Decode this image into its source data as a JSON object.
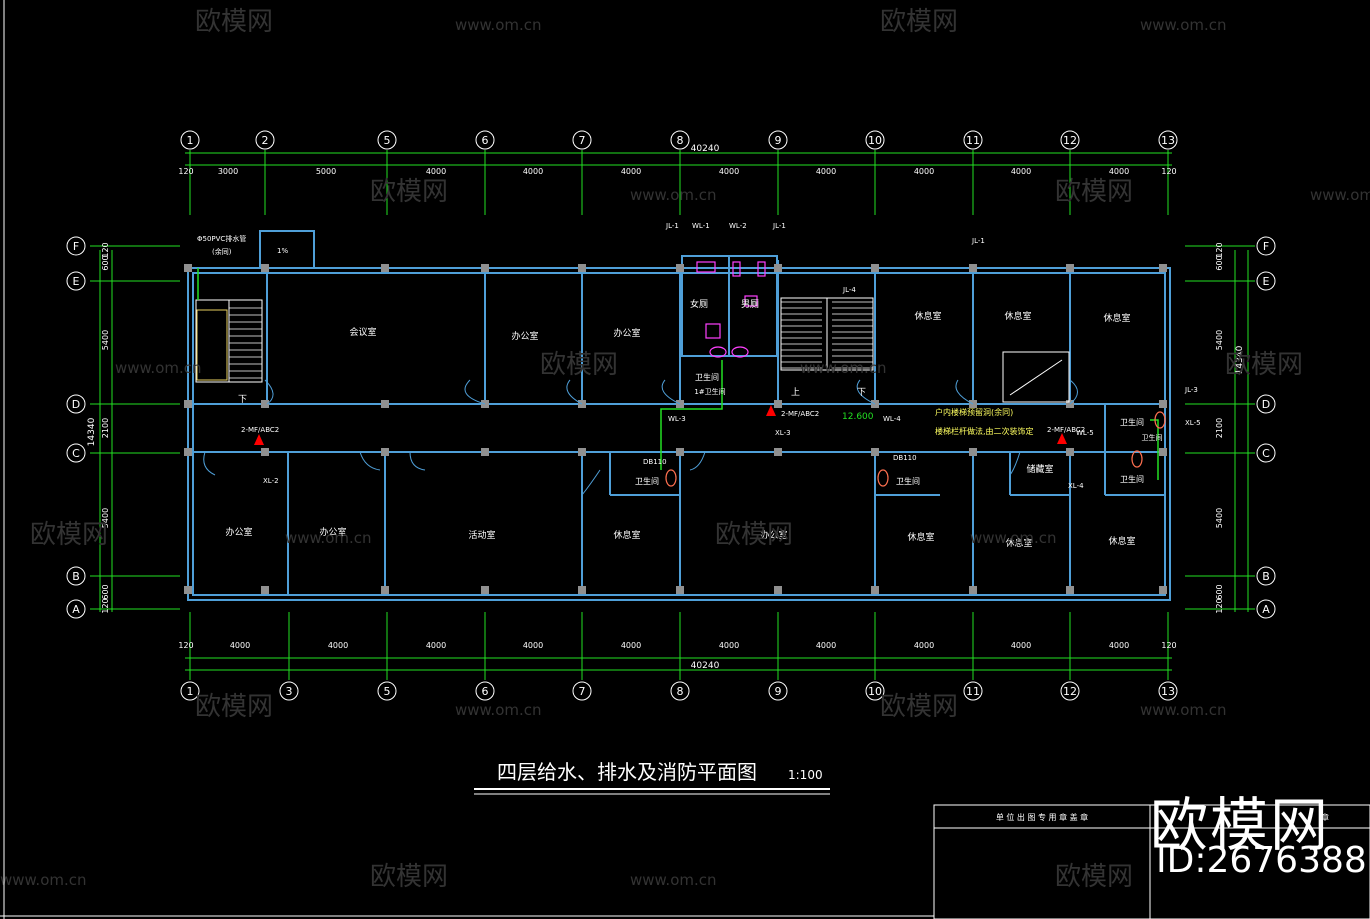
{
  "drawing": {
    "title": "四层给水、排水及消防平面图",
    "scale": "1:100",
    "overall_dim": "40240",
    "grid_top": [
      "1",
      "2",
      "5",
      "6",
      "7",
      "8",
      "9",
      "10",
      "11",
      "12",
      "13"
    ],
    "grid_bottom": [
      "1",
      "3",
      "5",
      "6",
      "7",
      "8",
      "9",
      "10",
      "11",
      "12",
      "13"
    ],
    "grid_rows": [
      "F",
      "E",
      "D",
      "C",
      "B",
      "A"
    ],
    "dims_top": [
      "120",
      "3000",
      "5000",
      "4000",
      "4000",
      "4000",
      "4000",
      "4000",
      "4000",
      "4000",
      "4000",
      "120"
    ],
    "dims_bottom": [
      "120",
      "4000",
      "4000",
      "4000",
      "4000",
      "4000",
      "4000",
      "4000",
      "4000",
      "4000",
      "4000",
      "120"
    ],
    "dims_left": [
      "120",
      "600",
      "5400",
      "2100",
      "5400",
      "600",
      "120"
    ],
    "dims_left_total": "14340",
    "dims_right": [
      "120",
      "600",
      "5400",
      "2100",
      "5400",
      "600",
      "120"
    ],
    "dims_right_total": "14340",
    "rooms": {
      "meeting": "会议室",
      "office1": "办公室",
      "office2": "办公室",
      "female_wc": "女厕",
      "male_wc": "男厕",
      "lounge1": "休息室",
      "lounge2": "休息室",
      "lounge3": "休息室",
      "office3": "办公室",
      "office4": "办公室",
      "multi": "活动室",
      "lounge4": "休息室",
      "office5": "办公室",
      "lounge5": "休息室",
      "lounge6": "休息室",
      "lounge7": "休息室",
      "storage": "储藏室",
      "toilet1": "卫生间",
      "toilet2": "卫生间",
      "toilet3": "卫生间",
      "toilet4": "卫生间",
      "toilet5": "卫生间",
      "toilet6": "卫生间"
    },
    "labels": {
      "pipe_note": "Φ50PVC排水管",
      "pipe_note2": "(余同)",
      "slope": "1%",
      "up": "上",
      "down1": "下",
      "down2": "下",
      "ext1": "2-MF/ABC2",
      "ext2": "2-MF/ABC2",
      "ext3": "2-MF/ABC2",
      "elevation": "12.600",
      "note1": "户内楼梯预留洞(余同)",
      "note2": "楼梯栏杆做法,由二次装饰定",
      "jl1": "JL-1",
      "wl1": "WL-1",
      "wl2": "WL-2",
      "jl1b": "JL-1",
      "jl1c": "JL-1",
      "jl4": "JL-4",
      "jl3": "JL-3",
      "xl3": "XL-3",
      "wl3": "WL-3",
      "wl4": "WL-4",
      "xl2": "XL-2",
      "xl4": "XL-4",
      "xl5": "XL-5",
      "wl5": "WL-5",
      "db1": "DB110",
      "db2": "DB110",
      "room_sign": "1#卫生间"
    }
  },
  "title_block": {
    "header": "单 位 出 图 专 用 章 盖 章",
    "header2": "章"
  },
  "watermark": {
    "logo": "欧模网",
    "id": "ID:2676388",
    "site": "www.om.cn",
    "site_short": "om.cn"
  },
  "colors": {
    "background": "#000000",
    "wall": "#4f9fd8",
    "dim": "#22e022",
    "text": "#ffffff",
    "pipe": "#22e022",
    "fixture": "#ff40ff",
    "marker": "#ff0000",
    "column": "#909090"
  }
}
